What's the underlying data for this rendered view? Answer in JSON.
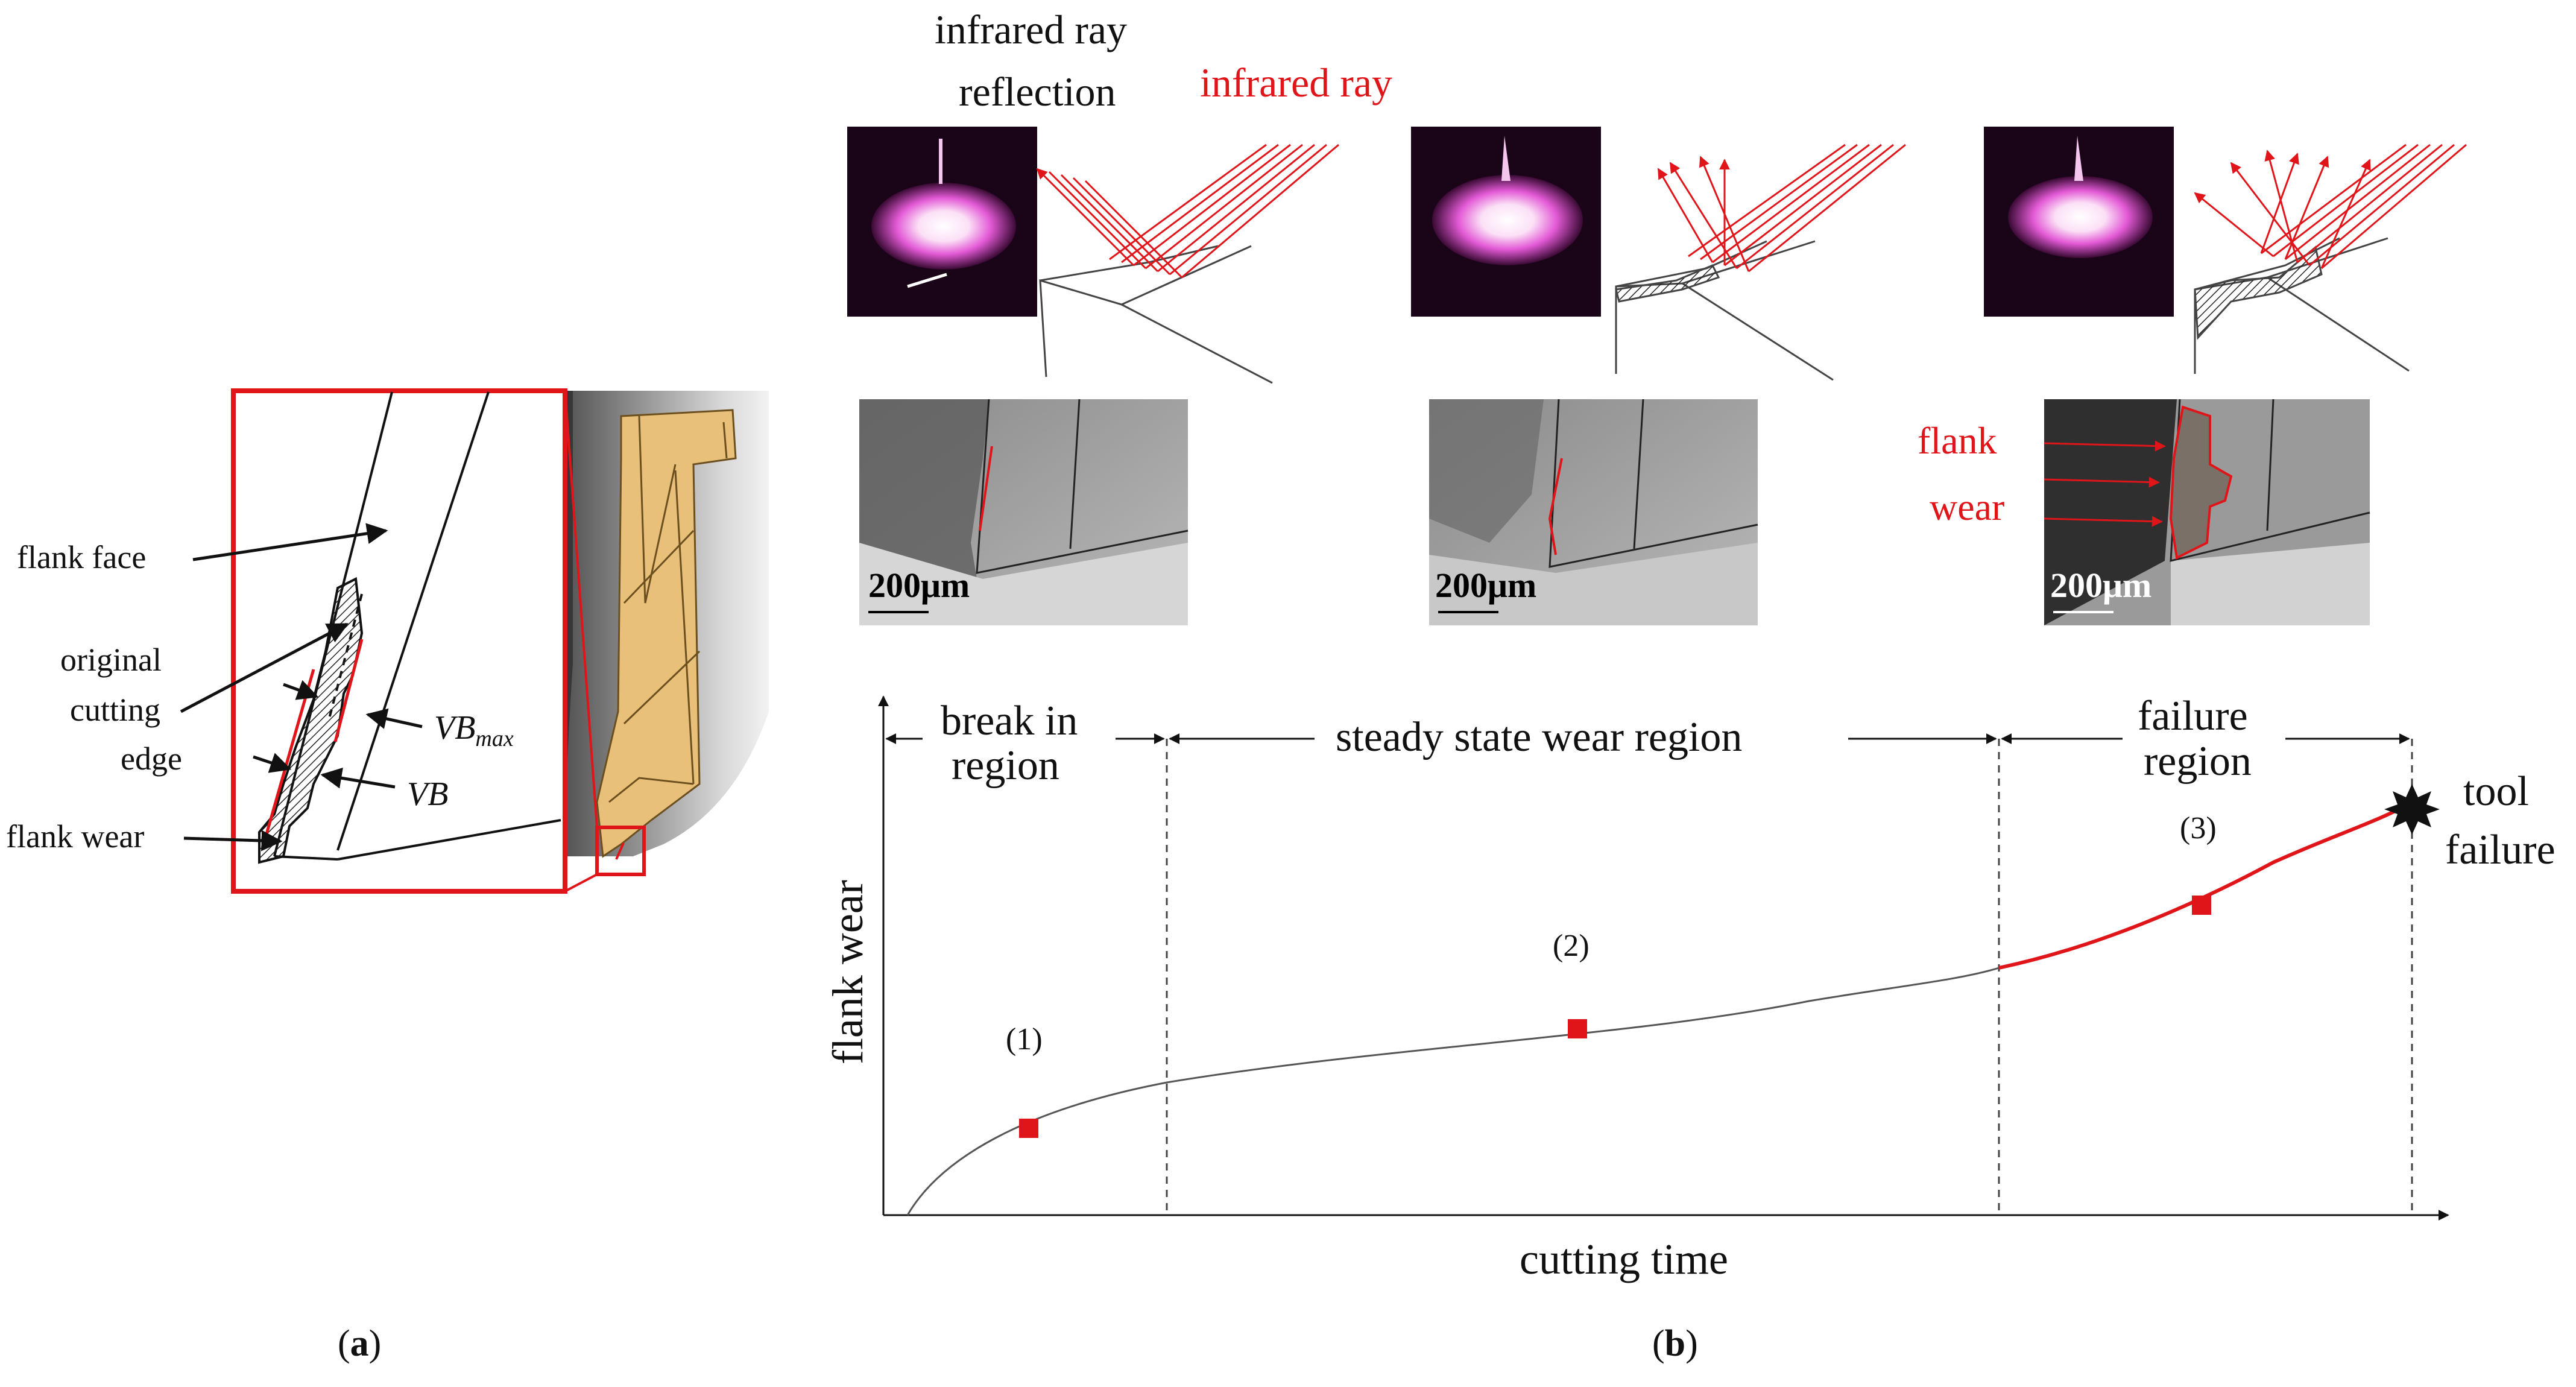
{
  "panel_a": {
    "caption_open": "(",
    "caption_letter": "a",
    "caption_close": ")",
    "labels": {
      "flank_face": "flank face",
      "original_line1": "original",
      "original_line2": "cutting",
      "original_line3": "edge",
      "flank_wear": "flank wear",
      "vb_max_main": "VB",
      "vb_max_sub": "max",
      "vb": "VB"
    }
  },
  "panel_b": {
    "caption_open": "(",
    "caption_letter": "b",
    "caption_close": ")",
    "top": {
      "reflection_line1": "infrared ray",
      "reflection_line2": "reflection",
      "infrared_ray": "infrared ray"
    },
    "sem": {
      "scale_label": "200μm",
      "flank_line1": "flank",
      "flank_line2": "wear"
    },
    "graph": {
      "xlabel": "cutting time",
      "ylabel": "flank wear",
      "regions": {
        "break_in_line1": "break in",
        "break_in_line2": "region",
        "steady": "steady state wear region",
        "failure_line1": "failure",
        "failure_line2": "region"
      },
      "markers": [
        "(1)",
        "(2)",
        "(3)"
      ],
      "tool_failure_line1": "tool",
      "tool_failure_line2": "failure"
    }
  },
  "colors": {
    "accent_red": "#e0151a",
    "insert_gold": "#e8c07a",
    "glow_magenta": "#e35ad6"
  }
}
